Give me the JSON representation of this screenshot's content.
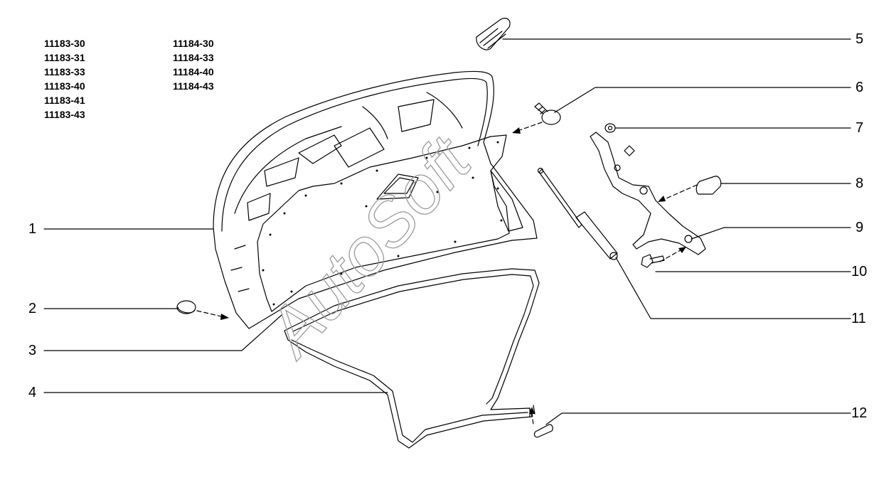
{
  "model_codes": {
    "left": [
      "11183-30",
      "11183-31",
      "11183-33",
      "11183-40",
      "11183-41",
      "11183-43"
    ],
    "right": [
      "11184-30",
      "11184-33",
      "11184-40",
      "11184-43"
    ]
  },
  "callouts": [
    "1",
    "2",
    "3",
    "4",
    "5",
    "6",
    "7",
    "8",
    "9",
    "10",
    "11",
    "12"
  ],
  "watermark": "AutoSoft",
  "colors": {
    "line": "#000000",
    "background": "#ffffff",
    "watermark": "#9a9a9a"
  }
}
